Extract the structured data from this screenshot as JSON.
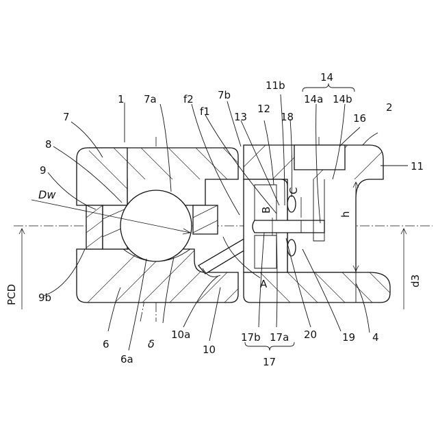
{
  "labels": {
    "l1": "1",
    "l2": "2",
    "l4": "4",
    "l6": "6",
    "l6a": "6a",
    "l7": "7",
    "l7a": "7a",
    "l7b": "7b",
    "l8": "8",
    "l9": "9",
    "l9b": "9b",
    "l10": "10",
    "l10a": "10a",
    "l11": "11",
    "l11b": "11b",
    "l12": "12",
    "l13": "13",
    "l14": "14",
    "l14a": "14a",
    "l14b": "14b",
    "l16": "16",
    "l17": "17",
    "l17a": "17a",
    "l17b": "17b",
    "l18": "18",
    "l19": "19",
    "l20": "20",
    "lf1": "f1",
    "lf2": "f2",
    "lA": "A",
    "lB": "B",
    "lC": "C",
    "lDw": "Dw",
    "lDelta": "δ",
    "lh": "h",
    "lPCD": "PCD",
    "ld3": "d3"
  }
}
